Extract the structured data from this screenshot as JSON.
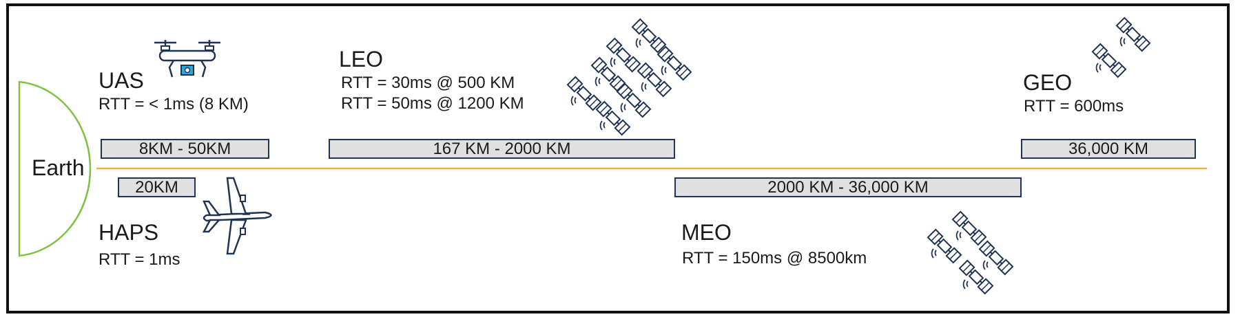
{
  "earth": {
    "label": "Earth",
    "outline_color": "#7dc142"
  },
  "orbit_line": {
    "color": "#f5b041"
  },
  "accent_color": "#1f3352",
  "drone_camera_color": "#2aa9e0",
  "uas": {
    "name": "UAS",
    "rtt": [
      "RTT = < 1ms (8 KM)"
    ],
    "band": "8KM - 50KM",
    "icon": "drone-icon"
  },
  "haps": {
    "name": "HAPS",
    "rtt": [
      "RTT = 1ms"
    ],
    "band": "20KM",
    "icon": "airplane-icon"
  },
  "leo": {
    "name": "LEO",
    "rtt": [
      "RTT = 30ms @ 500 KM",
      "RTT = 50ms @ 1200 KM"
    ],
    "band": "167 KM - 2000 KM",
    "icon": "satellite-icon"
  },
  "meo": {
    "name": "MEO",
    "rtt": [
      "RTT = 150ms @ 8500km"
    ],
    "band": "2000 KM - 36,000 KM",
    "icon": "satellite-icon"
  },
  "geo": {
    "name": "GEO",
    "rtt": [
      "RTT = 600ms"
    ],
    "band": "36,000 KM",
    "icon": "satellite-icon"
  }
}
